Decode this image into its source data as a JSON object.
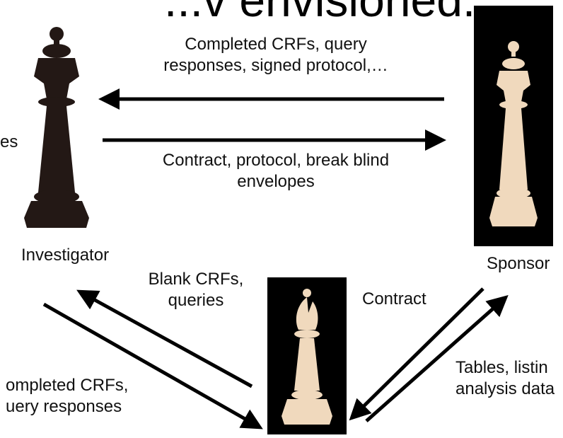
{
  "title": "...v envisioned...",
  "nodes": {
    "investigator": {
      "label": "Investigator",
      "color": "#231815"
    },
    "sponsor": {
      "label": "Sponsor",
      "color": "#f0d9bd"
    },
    "middle": {
      "color": "#f0d9bd"
    }
  },
  "edges": {
    "sponsor_to_investigator": [
      "Completed CRFs, query",
      "responses, signed protocol,…"
    ],
    "investigator_to_sponsor": [
      "Contract, protocol, break blind",
      "envelopes"
    ],
    "left_fragment": "es",
    "middle_to_investigator": [
      "Blank CRFs,",
      "queries"
    ],
    "investigator_to_middle": [
      "ompleted CRFs,",
      "uery responses"
    ],
    "sponsor_to_middle": "Contract",
    "middle_to_sponsor": [
      "Tables, listin",
      "analysis data"
    ]
  },
  "icons": {
    "investigator": "chess-queen-icon",
    "sponsor": "chess-queen-icon",
    "middle": "chess-bishop-icon"
  }
}
